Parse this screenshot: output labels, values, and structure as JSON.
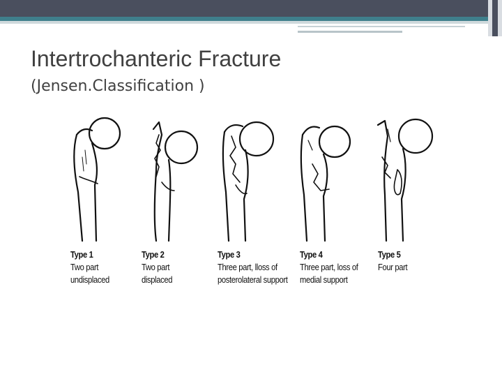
{
  "slide": {
    "title": "Intertrochanteric Fracture",
    "subtitle": "(Jensen.Classification )"
  },
  "figure": {
    "types": [
      {
        "name": "Type 1",
        "line1": "Two part",
        "line2": "undisplaced"
      },
      {
        "name": "Type 2",
        "line1": "Two part",
        "line2": "displaced"
      },
      {
        "name": "Type 3",
        "line1": "Three part, lloss of",
        "line2": "posterolateral support"
      },
      {
        "name": "Type 4",
        "line1": "Three part, loss of",
        "line2": "medial support"
      },
      {
        "name": "Type 5",
        "line1": "Four part",
        "line2": ""
      }
    ]
  },
  "colors": {
    "header_dark": "#4a4f5e",
    "header_teal": "#3f7f8c",
    "title_text": "#404040"
  }
}
